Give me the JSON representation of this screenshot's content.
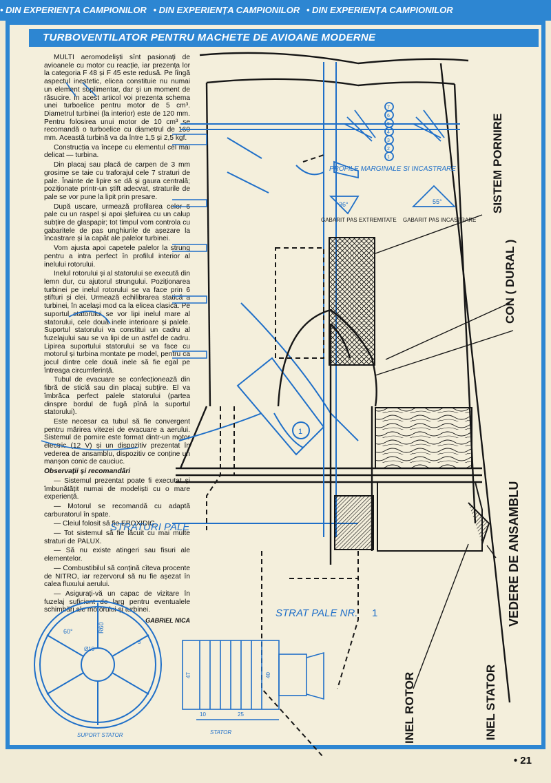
{
  "banner": {
    "repeat": [
      "• DIN EXPERIENȚA CAMPIONILOR",
      "• DIN EXPERIENȚA CAMPIONILOR",
      "• DIN EXPERIENȚA CAMPIONILOR"
    ]
  },
  "article": {
    "title": "TURBOVENTILATOR PENTRU MACHETE DE AVIOANE MODERNE",
    "paragraphs": [
      "MULTI aeromodeliști sînt pasionați de avioanele cu motor cu reacție, iar prezența lor la categoria F 48 și F 45 este redusă. Pe lîngă aspectul inestetic, elicea constituie nu numai un element suplimentar, dar și un moment de răsucire. În acest articol voi prezenta schema unei turboelice pentru motor de 5 cm³. Diametrul turbinei (la interior) este de 120 mm. Pentru folosirea unui motor de 10 cm³ se recomandă o turboelice cu diametrul de 160 mm. Această turbină va da între 1,5 și 2,5 kgf.",
      "Construcția va începe cu elementul cel mai delicat — turbina.",
      "Din placaj sau placă de carpen de 3 mm grosime se taie cu traforajul cele 7 straturi de pale. Înainte de lipire se dă și gaura centrală; poziționate printr-un știft adecvat, straturile de pale se vor pune la lipit prin presare.",
      "După uscare, urmează profilarea celor 6 pale cu un raspel și apoi șlefuirea cu un calup subțire de glaspapir; tot timpul vom controla cu gabaritele de pas unghiurile de așezare la încastrare și la capăt ale palelor turbinei.",
      "Vom ajusta apoi capetele palelor la strung pentru a intra perfect în profilul interior al inelului rotorului.",
      "Inelul rotorului și al statorului se execută din lemn dur, cu ajutorul strungului. Poziționarea turbinei pe inelul rotorului se va face prin 6 știfturi și clei. Urmează echilibrarea statică a turbinei, în același mod ca la elicea clasică. Pe suportul statorului se vor lipi inelul mare al statorului, cele două inele interioare și palele. Suportul statorului va constitui un cadru al fuzelajului sau se va lipi de un astfel de cadru. Lipirea suportului statorului se va face cu motorul și turbina montate pe model, pentru ca jocul dintre cele două inele să fie egal pe întreaga circumferință.",
      "Tubul de evacuare se confecționează din fibră de sticlă sau din placaj subțire. El va îmbrăca perfect palele statorului (partea dinspre bordul de fugă pînă la suportul statorului).",
      "Este necesar ca tubul să fie convergent pentru mărirea vitezei de evacuare a aerului. Sistemul de pornire este format dintr-un motor electric (12 V) și un dispozitiv prezentat în vederea de ansamblu, dispozitiv ce conține un manșon conic de cauciuc."
    ],
    "subheading": "Observații și recomandări",
    "notes": [
      "— Sistemul prezentat poate fi executat și îmbunătățit numai de modeliști cu o mare experiență.",
      "— Motorul se recomandă cu adaptă carburatorul în spate.",
      "— Cleiul folosit să fie EPOXIDIC.",
      "— Tot sistemul să fie lăcuit cu mai multe straturi de PALUX.",
      "— Să nu existe atingeri sau fisuri ale elementelor.",
      "— Combustibilul să conțină cîteva procente de NITRO, iar rezervorul să nu fie așezat în calea fluxului aerului.",
      "— Asigurați-vă un capac de vizitare în fuzelaj suficient de larg pentru eventualele schimbări ale motorului și turbinei."
    ],
    "author": "GABRIEL NICA"
  },
  "drawing": {
    "labels": {
      "sistem_pornire": "SISTEM PORNIRE",
      "con_dural": "CON ( DURAL )",
      "vedere_ansamblu": "VEDERE   DE   ANSAMBLU",
      "inel_rotor": "INEL ROTOR",
      "inel_stator": "INEL STATOR",
      "straturi_pale": "STRATURI PALE",
      "strat_pale_nr": "STRAT PALE   NR.",
      "strat_number": "1",
      "profile": "PROFILE MARGINALE SI INCASTRARE",
      "gabarit_extremitate": "GABARIT PAS EXTREMITATE",
      "gabarit_incastrare": "GABARIT PAS INCASTRARE",
      "suport_stator": "SUPORT STATOR",
      "stator": "STATOR",
      "angle_1": "36°",
      "angle_2": "55°",
      "angle_3": "60°",
      "circle_1": "1",
      "layer_numbers": [
        "7",
        "6",
        "5",
        "4",
        "3",
        "2",
        "1"
      ],
      "dims": {
        "r60": "R60",
        "d10": "Ø10",
        "d3": "3",
        "d10b": "10",
        "d25": "25",
        "d40": "40",
        "d47": "47"
      }
    },
    "colors": {
      "blue": "#1f6fc8",
      "ink": "#161616",
      "paper": "#f4efdc",
      "banner": "#2d86d2"
    }
  },
  "page_number": "• 21"
}
